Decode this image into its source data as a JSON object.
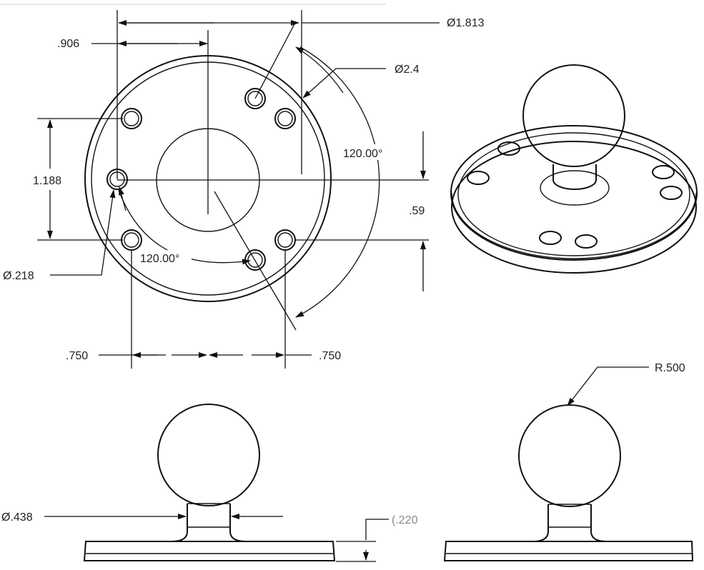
{
  "drawing": {
    "dimensions": {
      "width_total": "Ø1.813",
      "half_width": ".906",
      "bolt_circle": "Ø2.4",
      "angle_top": "120.00°",
      "hole_spacing_vertical": "1.188",
      "half_vertical": ".59",
      "angle_inner": "120.00°",
      "hole_diameter": "Ø.218",
      "offset_left": ".750",
      "offset_right": ".750",
      "neck_diameter": "Ø.438",
      "base_thickness": "(.220",
      "ball_radius": "R.500"
    },
    "colors": {
      "line": "#111111",
      "background": "#ffffff"
    }
  }
}
